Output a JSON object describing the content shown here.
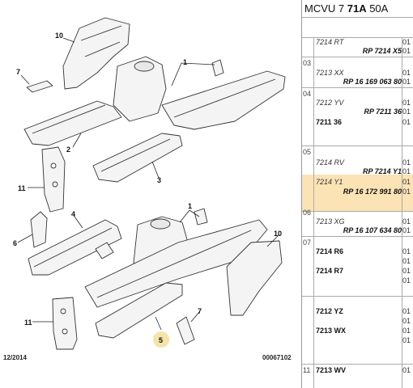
{
  "header": {
    "prefix": "MCVU 7 ",
    "bold": "71A",
    "suffix": " 50A"
  },
  "footer": {
    "date": "12/2014",
    "code": "00067102"
  },
  "callouts": [
    {
      "label": "10"
    },
    {
      "label": "7"
    },
    {
      "label": "1"
    },
    {
      "label": "2"
    },
    {
      "label": "3"
    },
    {
      "label": "11"
    },
    {
      "label": "4"
    },
    {
      "label": "6"
    },
    {
      "label": "1"
    },
    {
      "label": "10"
    },
    {
      "label": "11"
    },
    {
      "label": "5"
    },
    {
      "label": "7"
    }
  ],
  "groups": [
    "03",
    "04",
    "05",
    "06",
    "07",
    "11"
  ],
  "rows": [
    {
      "ref": "7214 RT",
      "rp": "RP 7214 X5",
      "qty": "01",
      "style": "it"
    },
    {
      "ref": "7213 XX",
      "rp": "RP 16 169 063 80",
      "qty": "01",
      "style": "it"
    },
    {
      "ref": "7212 YV",
      "rp": "RP 7211 36",
      "qty": "01",
      "style": "it"
    },
    {
      "ref": "7211 36",
      "rp": "",
      "qty": "01",
      "style": "bold"
    },
    {
      "ref": "7214 RV",
      "rp": "RP 7214 Y1",
      "qty": "01",
      "style": "it"
    },
    {
      "ref": "7214 Y1",
      "rp": "RP 16 172 991 80",
      "qty": "01",
      "style": "it"
    },
    {
      "ref": "7213 XG",
      "rp": "RP 16 107 634 80",
      "qty": "01",
      "style": "it"
    },
    {
      "ref": "7214 R6",
      "rp": "",
      "qty": "01",
      "style": "bold"
    },
    {
      "ref": "7214 R7",
      "rp": "",
      "qty": "01",
      "style": "bold"
    },
    {
      "ref": "7212 YZ",
      "rp": "",
      "qty": "01",
      "style": "bold"
    },
    {
      "ref": "7213 WX",
      "rp": "",
      "qty": "01",
      "style": "bold"
    },
    {
      "ref": "7213 WV",
      "rp": "",
      "qty": "01",
      "style": "bold"
    }
  ],
  "colors": {
    "highlight": "#fbe3b5",
    "callout_circle": "#f6e3a8"
  }
}
